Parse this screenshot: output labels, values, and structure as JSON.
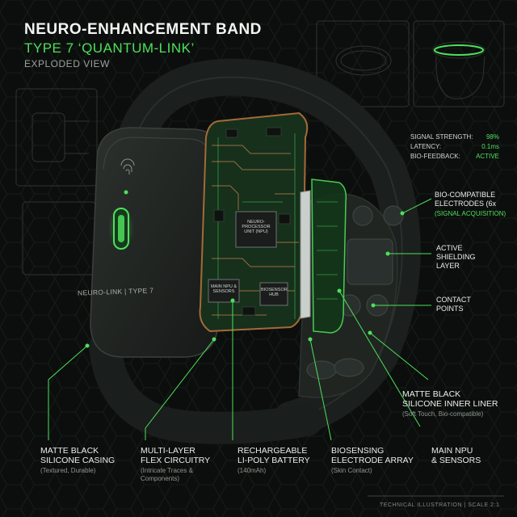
{
  "title": {
    "line1": "NEURO-ENHANCEMENT BAND",
    "line2": "TYPE 7 ‘QUANTUM-LINK’",
    "line3": "EXPLODED VIEW"
  },
  "stats": [
    {
      "label": "SIGNAL STRENGTH:",
      "value": "98%"
    },
    {
      "label": "LATENCY:",
      "value": "0.1ms"
    },
    {
      "label": "BIO-FEEDBACK:",
      "value": "ACTIVE"
    }
  ],
  "device": {
    "brand_label": "NEURO-LINK | TYPE 7",
    "chip_main": "NEURO-PROCESSOR UNIT (NPU)",
    "chip_sensor": "MAIN NPU & SENSORS",
    "chip_hub": "BIOSENSOR HUB"
  },
  "right_labels": {
    "electrodes": {
      "line1": "BIO-COMPATIBLE",
      "line2": "ELECTRODES (6x",
      "sub": "(SIGNAL ACQUISITION)"
    },
    "shielding": {
      "line1": "ACTIVE",
      "line2": "SHIELDING",
      "line3": "LAYER"
    },
    "contact": {
      "line1": "CONTACT",
      "line2": "POINTS"
    },
    "liner": {
      "line1": "MATTE BLACK",
      "line2": "SILICONE INNER LINER",
      "sub": "(Soft Touch, Bio-compatible)"
    }
  },
  "bottom_labels": {
    "casing": {
      "line1": "MATTE BLACK",
      "line2": "SILICONE CASING",
      "sub": "(Textured, Durable)"
    },
    "flex": {
      "line1": "MULTI-LAYER",
      "line2": "FLEX CIRCUITRY",
      "sub1": "(Intricate Traces &",
      "sub2": "Components)"
    },
    "battery": {
      "line1": "RECHARGEABLE",
      "line2": "LI-POLY BATTERY",
      "sub": "(140mAh)"
    },
    "biosensing": {
      "line1": "BIOSENSING",
      "line2": "ELECTRODE ARRAY",
      "sub": "(Skin Contact)"
    },
    "npu": {
      "line1": "MAIN NPU",
      "line2": "& SENSORS"
    }
  },
  "footer": "TECHNICAL ILLUSTRATION | SCALE 2:1",
  "colors": {
    "accent": "#4de05a",
    "background": "#0c0e0d",
    "band": "#1e2220"
  }
}
